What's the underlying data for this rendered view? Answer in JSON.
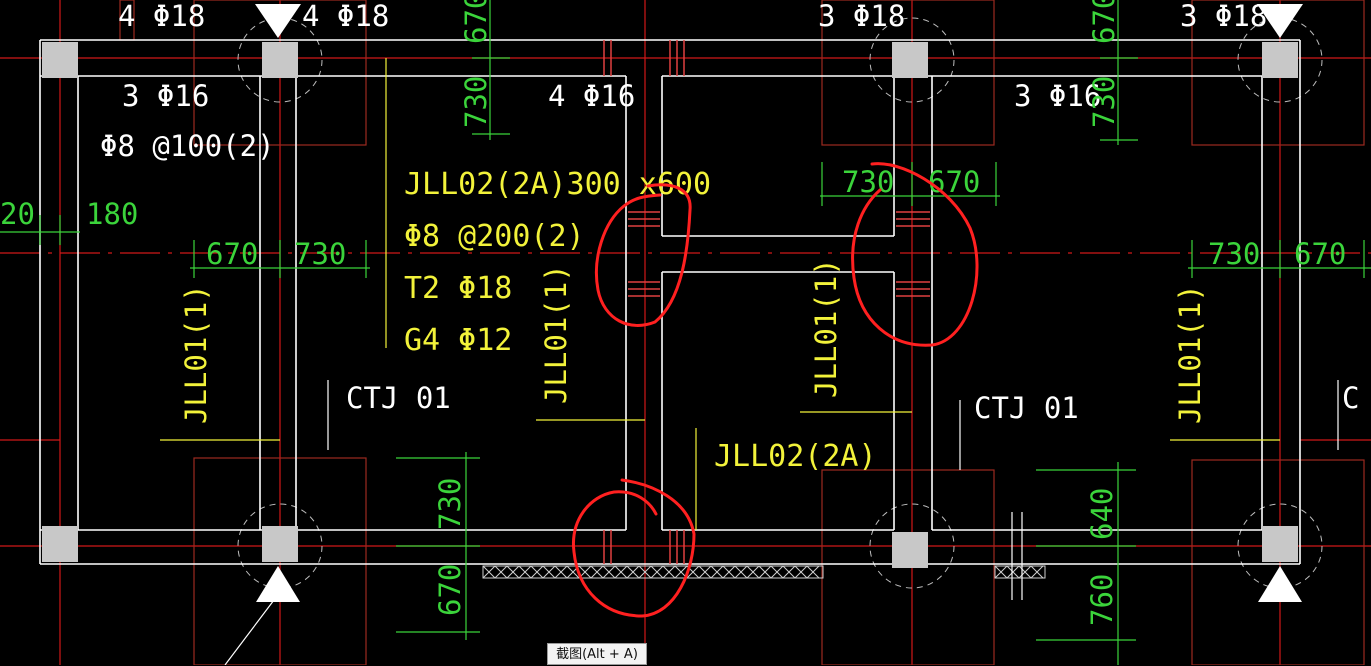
{
  "rebar_top": {
    "left": "4 Φ18",
    "left2": "4 Φ18",
    "mid": "3 Φ18",
    "right": "3 Φ18"
  },
  "rebar_under": {
    "left": "3 Φ16",
    "mid": "4 Φ16",
    "right": "3 Φ16"
  },
  "stirrup": "Φ8 @100(2)",
  "beam_callout": {
    "name": "JLL02(2A)300 x600",
    "stirrup": "Φ8 @200(2)",
    "top": "T2 Φ18",
    "side": "G4 Φ12"
  },
  "beam_labels": {
    "jll01": "JLL01(1)",
    "jll02": "JLL02(2A)"
  },
  "cap_labels": {
    "ctj": "CTJ 01",
    "ctj_partial": "C"
  },
  "dims": {
    "d20": "20",
    "d180": "180",
    "d670": "670",
    "d730": "730",
    "d640": "640",
    "d760": "760"
  },
  "tooltip": "截图(Alt + A)",
  "colors": {
    "background": "#000000",
    "beam": "#ffffff",
    "axis": "#d01818",
    "dimension": "#3bd43b",
    "text": "#f2f23a",
    "markup": "#ff2020",
    "column": "#c8c8c8"
  }
}
